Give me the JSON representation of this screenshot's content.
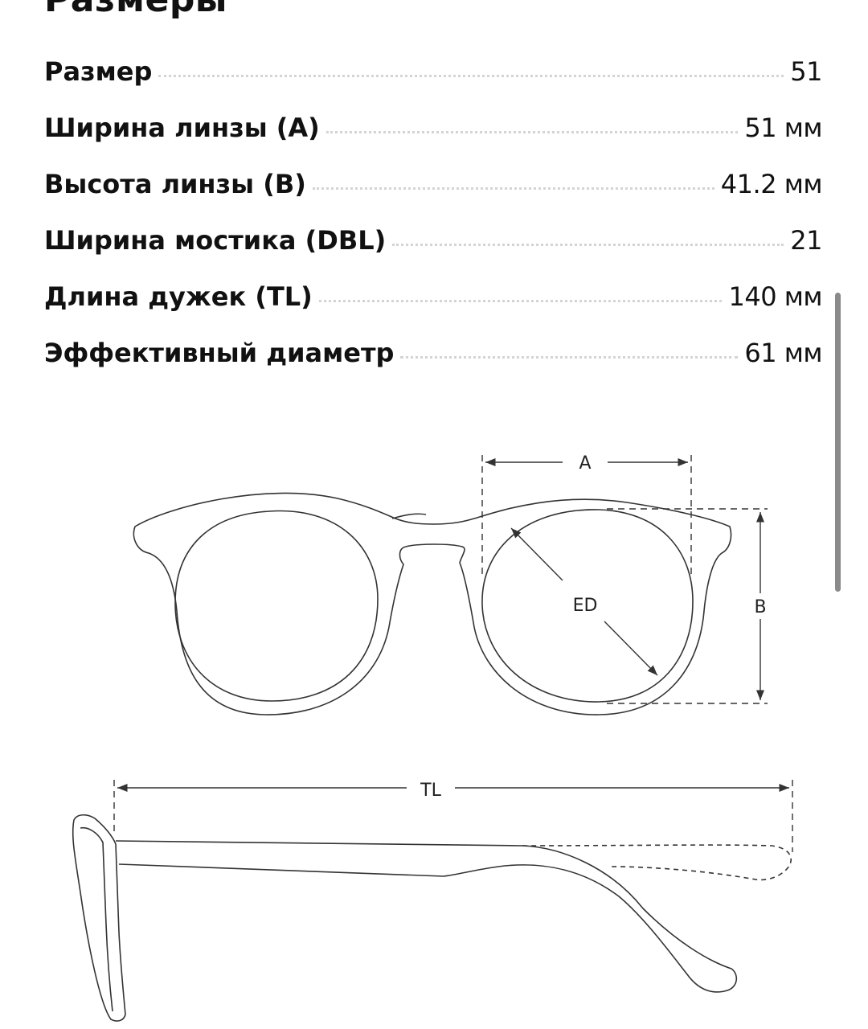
{
  "title": "Размеры",
  "specs": [
    {
      "label": "Размер",
      "value": "51"
    },
    {
      "label": "Ширина линзы (A)",
      "value": "51 мм"
    },
    {
      "label": "Высота линзы (B)",
      "value": "41.2 мм"
    },
    {
      "label": "Ширина мостика (DBL)",
      "value": "21"
    },
    {
      "label": "Длина дужек (TL)",
      "value": "140 мм"
    },
    {
      "label": "Эффективный диаметр",
      "value": "61 мм"
    }
  ],
  "diagram": {
    "lens_width_label": "A",
    "effective_diameter_label": "ED",
    "lens_height_label": "B",
    "temple_length_label": "TL"
  },
  "colors": {
    "text": "#111111",
    "dots": "#d4d4d4",
    "line": "#333333",
    "scrollbar": "#8a8a8a"
  }
}
